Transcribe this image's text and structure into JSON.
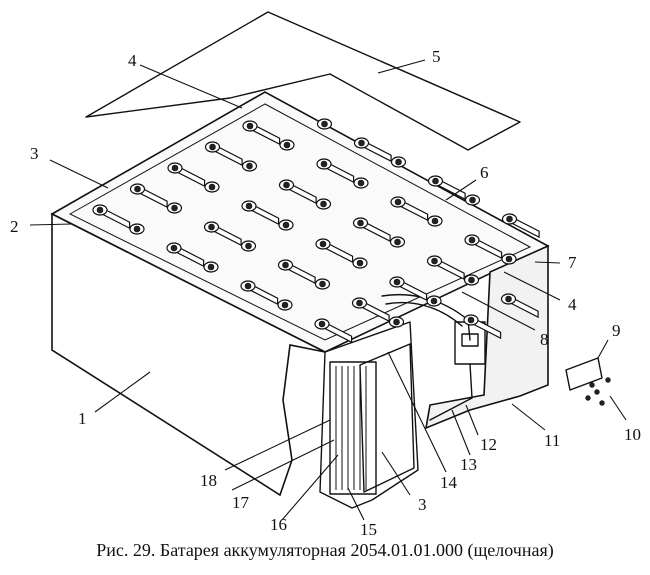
{
  "caption": "Рис. 29. Батарея аккумуляторная 2054.01.01.000 (щелочная)",
  "callouts": [
    {
      "id": "c1",
      "label": "1"
    },
    {
      "id": "c2",
      "label": "2"
    },
    {
      "id": "c3a",
      "label": "3"
    },
    {
      "id": "c3b",
      "label": "3"
    },
    {
      "id": "c4a",
      "label": "4"
    },
    {
      "id": "c4b",
      "label": "4"
    },
    {
      "id": "c5",
      "label": "5"
    },
    {
      "id": "c6",
      "label": "6"
    },
    {
      "id": "c7",
      "label": "7"
    },
    {
      "id": "c8",
      "label": "8"
    },
    {
      "id": "c9",
      "label": "9"
    },
    {
      "id": "c10",
      "label": "10"
    },
    {
      "id": "c11",
      "label": "11"
    },
    {
      "id": "c12",
      "label": "12"
    },
    {
      "id": "c13",
      "label": "13"
    },
    {
      "id": "c14",
      "label": "14"
    },
    {
      "id": "c15",
      "label": "15"
    },
    {
      "id": "c16",
      "label": "16"
    },
    {
      "id": "c17",
      "label": "17"
    },
    {
      "id": "c18",
      "label": "18"
    }
  ]
}
